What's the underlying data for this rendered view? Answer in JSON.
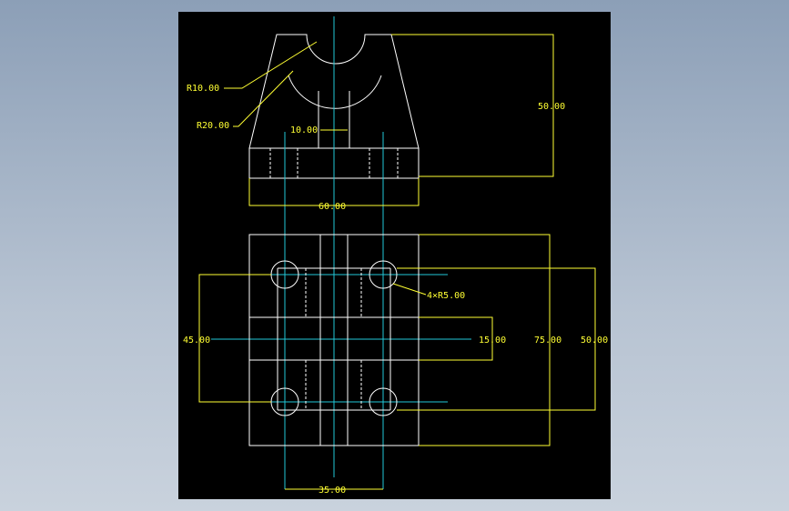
{
  "drawing": {
    "background": "#000000",
    "colors": {
      "geometry": "#ffffff",
      "centerline": "#22c8d8",
      "dimension": "#ffff33"
    },
    "dimensions": {
      "r10": "R10.00",
      "r20": "R20.00",
      "d10": "10.00",
      "d50_top": "50.00",
      "d60": "60.00",
      "holes": "4×R5.00",
      "d45": "45.00",
      "d15": "15.00",
      "d75": "75.00",
      "d50_right": "50.00",
      "d35": "35.00"
    }
  }
}
